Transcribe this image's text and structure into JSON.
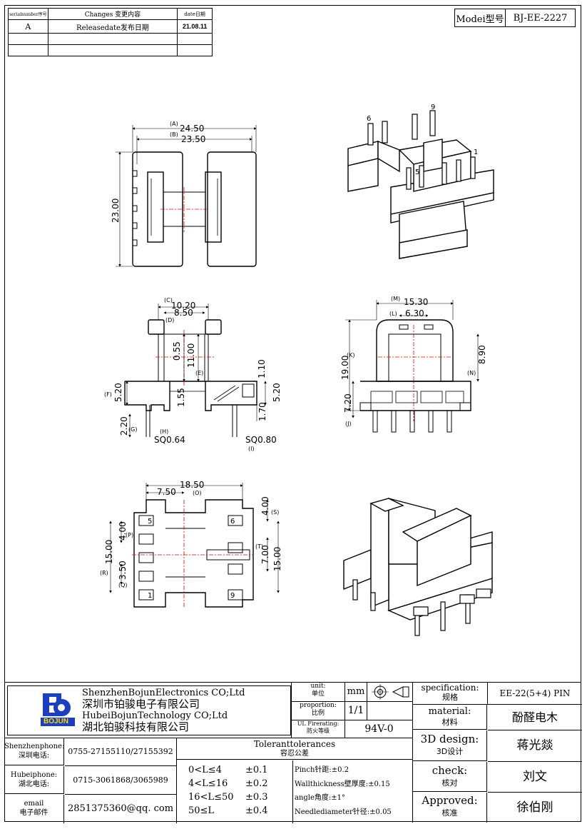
{
  "revision_table": {
    "headers": [
      "serialnumber序号",
      "Changes 变更内容",
      "date日期"
    ],
    "rows": [
      [
        "A",
        "Releasedate发布日期",
        "21.08.11"
      ],
      [
        "",
        "",
        ""
      ],
      [
        "",
        "",
        ""
      ]
    ]
  },
  "model": {
    "label": "Modei型号",
    "value": "BJ-EE-2227"
  },
  "views": {
    "top": {
      "A": "(A)",
      "A_val": "24.50",
      "B": "(B)",
      "B_val": "23.50",
      "height": "23.00"
    },
    "front": {
      "C": "(C)",
      "C_val": "10.20",
      "D": "(D)",
      "D_val": "8.50",
      "v055": "0.55",
      "v1100": "11.00",
      "E": "(E)",
      "v110": "1.10",
      "F": "(F)",
      "v520a": "5.20",
      "v155": "1.55",
      "v520b": "5.20",
      "v220": "2.20",
      "G": "(G)",
      "v170": "1.70",
      "H": "(H)",
      "sq064": "SQ0.64",
      "sq080": "SQ0.80",
      "I": "(I)"
    },
    "side": {
      "M": "(M)",
      "M_val": "15.30",
      "L": "(L)",
      "L_val": "6.30",
      "K": "(K)",
      "v1900": "19.00",
      "v890": "8.90",
      "N": "(N)",
      "v720": "7.20",
      "J": "(J)"
    },
    "bottom": {
      "v1850": "18.50",
      "O": "(O)",
      "v750": "7.50",
      "v400a": "4.00",
      "S": "(S)",
      "P": "(P)",
      "v400b": "4.00",
      "v1500a": "15.00",
      "R": "(R)",
      "T": "(T)",
      "v700": "7.00",
      "v1500b": "15.00",
      "v350": "3.50",
      "Q": "(Q)",
      "pin5": "5",
      "pin6": "6",
      "pin1": "1",
      "pin9": "9"
    },
    "iso_top": {
      "pin6": "6",
      "pin9": "9",
      "pin1": "1",
      "pin5": "5"
    }
  },
  "title_block": {
    "company_en1": "ShenzhenBojunElectronics CO;Ltd",
    "company_cn1": "深圳市铂骏电子有限公司",
    "company_en2": "HubeiBojunTechnology CO;Ltd",
    "company_cn2": "湖北铂骏科技有限公司",
    "logo_text": "BOJUN",
    "unit_label": "unit:",
    "unit_label_cn": "单位",
    "unit_value": "mm",
    "proportion_label": "proportion:",
    "proportion_label_cn": "比例",
    "proportion_value": "1/1",
    "ul_label": "UL Firerating:",
    "ul_label_cn": "防火等级",
    "ul_value": "94V-0",
    "spec_label": "specification:",
    "spec_label_cn": "规格",
    "spec_value": "EE-22(5+4) PIN",
    "material_label": "material:",
    "material_label_cn": "材料",
    "material_value": "酚醛电木",
    "design_label": "3D design:",
    "design_label_cn": "3D设计",
    "design_value": "蒋光燚",
    "check_label": "check:",
    "check_label_cn": "核对",
    "check_value": "刘文",
    "approved_label": "Approved:",
    "approved_label_cn": "核准",
    "approved_value": "徐伯刚",
    "sz_phone_label": "Shenzhenphone:",
    "sz_phone_label_cn": "深圳电话:",
    "sz_phone": "0755-27155110/27155392",
    "hb_phone_label": "Hubeiphone:",
    "hb_phone_label_cn": "湖北电话:",
    "hb_phone": "0715-3061868/3065989",
    "email_label": "email",
    "email_label_cn": "电子邮件",
    "email": "2851375360@qq. com",
    "tolerance_title": "Toleranttolerances",
    "tolerance_title_cn": "容忍公差",
    "tol_ranges": [
      "0<L≤4",
      "4<L≤16",
      "16<L≤50",
      "50≤L"
    ],
    "tol_values": [
      "±0.1",
      "±0.2",
      "±0.3",
      "±0.4"
    ],
    "tol_notes": [
      "Pinch针距:±0.2",
      "Wallthickness壁厚度:±0.15",
      "angle角度:±1°",
      "Needlediameter针径:±0.05"
    ]
  }
}
